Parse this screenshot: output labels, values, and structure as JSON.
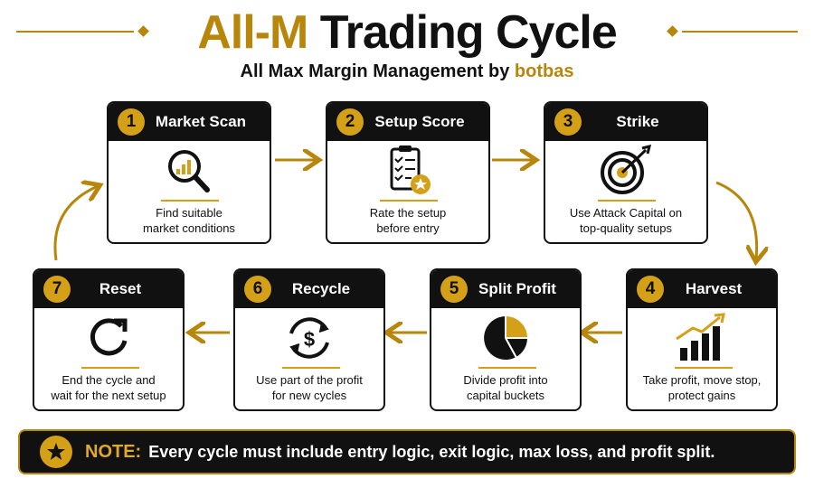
{
  "header": {
    "title_accent": "All-M",
    "title_rest": " Trading Cycle",
    "subtitle_prefix": "All Max Margin Management by ",
    "subtitle_brand": "botbas"
  },
  "steps": [
    {
      "num": "1",
      "title": "Market Scan",
      "desc_line1": "Find suitable",
      "desc_line2": "market conditions",
      "icon": "magnifier-chart-icon"
    },
    {
      "num": "2",
      "title": "Setup Score",
      "desc_line1": "Rate the setup",
      "desc_line2": "before entry",
      "icon": "checklist-star-icon"
    },
    {
      "num": "3",
      "title": "Strike",
      "desc_line1": "Use Attack Capital on",
      "desc_line2": "top-quality setups",
      "icon": "target-arrow-icon"
    },
    {
      "num": "4",
      "title": "Harvest",
      "desc_line1": "Take profit, move stop,",
      "desc_line2": "protect gains",
      "icon": "growth-chart-icon"
    },
    {
      "num": "5",
      "title": "Split Profit",
      "desc_line1": "Divide profit into",
      "desc_line2": "capital buckets",
      "icon": "pie-chart-icon"
    },
    {
      "num": "6",
      "title": "Recycle",
      "desc_line1": "Use part of the profit",
      "desc_line2": "for new cycles",
      "icon": "dollar-recycle-icon"
    },
    {
      "num": "7",
      "title": "Reset",
      "desc_line1": "End the cycle and",
      "desc_line2": "wait for the next setup",
      "icon": "refresh-icon"
    }
  ],
  "note": {
    "label": "NOTE:",
    "text": "Every cycle must include entry logic, exit logic, max loss, and profit split.",
    "icon": "star-icon"
  },
  "colors": {
    "gold": "#d4a017",
    "dark_gold": "#b8860b",
    "black": "#111111",
    "white": "#ffffff"
  }
}
